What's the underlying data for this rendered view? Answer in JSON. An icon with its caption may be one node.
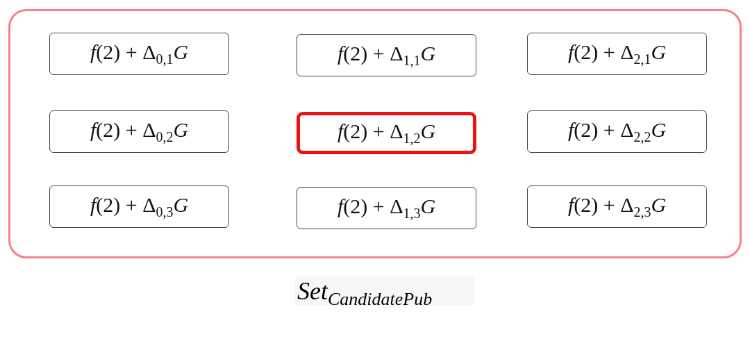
{
  "diagram": {
    "caption": "Set$_{CandidatePub}$",
    "nodes": [
      {
        "text": [],
        "shape": "box"
      },
      {
        "text": [
          "*f*(2) + Δ$_{0,1}$*G*"
        ],
        "in": 0
      },
      {
        "text": [
          "*f*(2) + Δ$_{1,1}$*G*"
        ],
        "in": 0
      },
      {
        "text": [
          "*f*(2) + Δ$_{2,1}$*G*"
        ],
        "in": 0
      },
      {
        "text": [
          "*f*(2) + Δ$_{0,2}$*G*"
        ],
        "in": 0
      },
      {
        "text": [
          "*f*(2) + Δ$_{1,2}$*G*"
        ],
        "in": 0
      },
      {
        "text": [
          "*f*(2) + Δ$_{2,2}$*G*"
        ],
        "in": 0
      },
      {
        "text": [
          "*f*(2) + Δ$_{0,3}$*G*"
        ],
        "in": 0
      },
      {
        "text": [
          "*f*(2) + Δ$_{1,3}$*G*"
        ],
        "in": 0
      },
      {
        "text": [
          "*f*(2) + Δ$_{2,3}$*G*"
        ],
        "in": 0
      }
    ]
  }
}
